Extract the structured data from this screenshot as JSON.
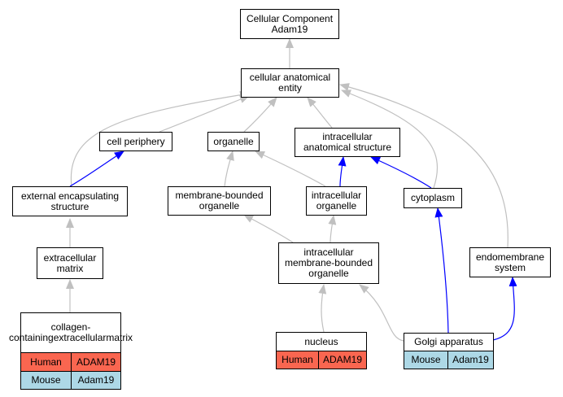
{
  "colors": {
    "gray_edge": "#c0c0c0",
    "blue_edge": "#0000ff",
    "human_fill": "#fa6650",
    "mouse_fill": "#add8e6"
  },
  "nodes": {
    "root": {
      "line1": "Cellular Component",
      "line2": "Adam19"
    },
    "cae": {
      "line1": "cellular anatomical",
      "line2": "entity"
    },
    "cell_periphery": {
      "line1": "cell periphery"
    },
    "organelle": {
      "line1": "organelle"
    },
    "ias": {
      "line1": "intracellular",
      "line2": "anatomical structure"
    },
    "ext_encap": {
      "line1": "external encapsulating",
      "line2": "structure"
    },
    "mbo": {
      "line1": "membrane-bounded",
      "line2": "organelle"
    },
    "intra_org": {
      "line1": "intracellular",
      "line2": "organelle"
    },
    "cytoplasm": {
      "line1": "cytoplasm"
    },
    "ecm": {
      "line1": "extracellular",
      "line2": "matrix"
    },
    "imbo": {
      "line1": "intracellular",
      "line2": "membrane-bounded",
      "line3": "organelle"
    },
    "endomembrane": {
      "line1": "endomembrane",
      "line2": "system"
    },
    "collagen": {
      "line1": "collagen-containing",
      "line2": "extracellular",
      "line3": "matrix",
      "rows": [
        {
          "species": "Human",
          "gene": "ADAM19"
        },
        {
          "species": "Mouse",
          "gene": "Adam19"
        }
      ]
    },
    "nucleus": {
      "line1": "nucleus",
      "rows": [
        {
          "species": "Human",
          "gene": "ADAM19"
        }
      ]
    },
    "golgi": {
      "line1": "Golgi apparatus",
      "rows": [
        {
          "species": "Mouse",
          "gene": "Adam19"
        }
      ]
    }
  }
}
